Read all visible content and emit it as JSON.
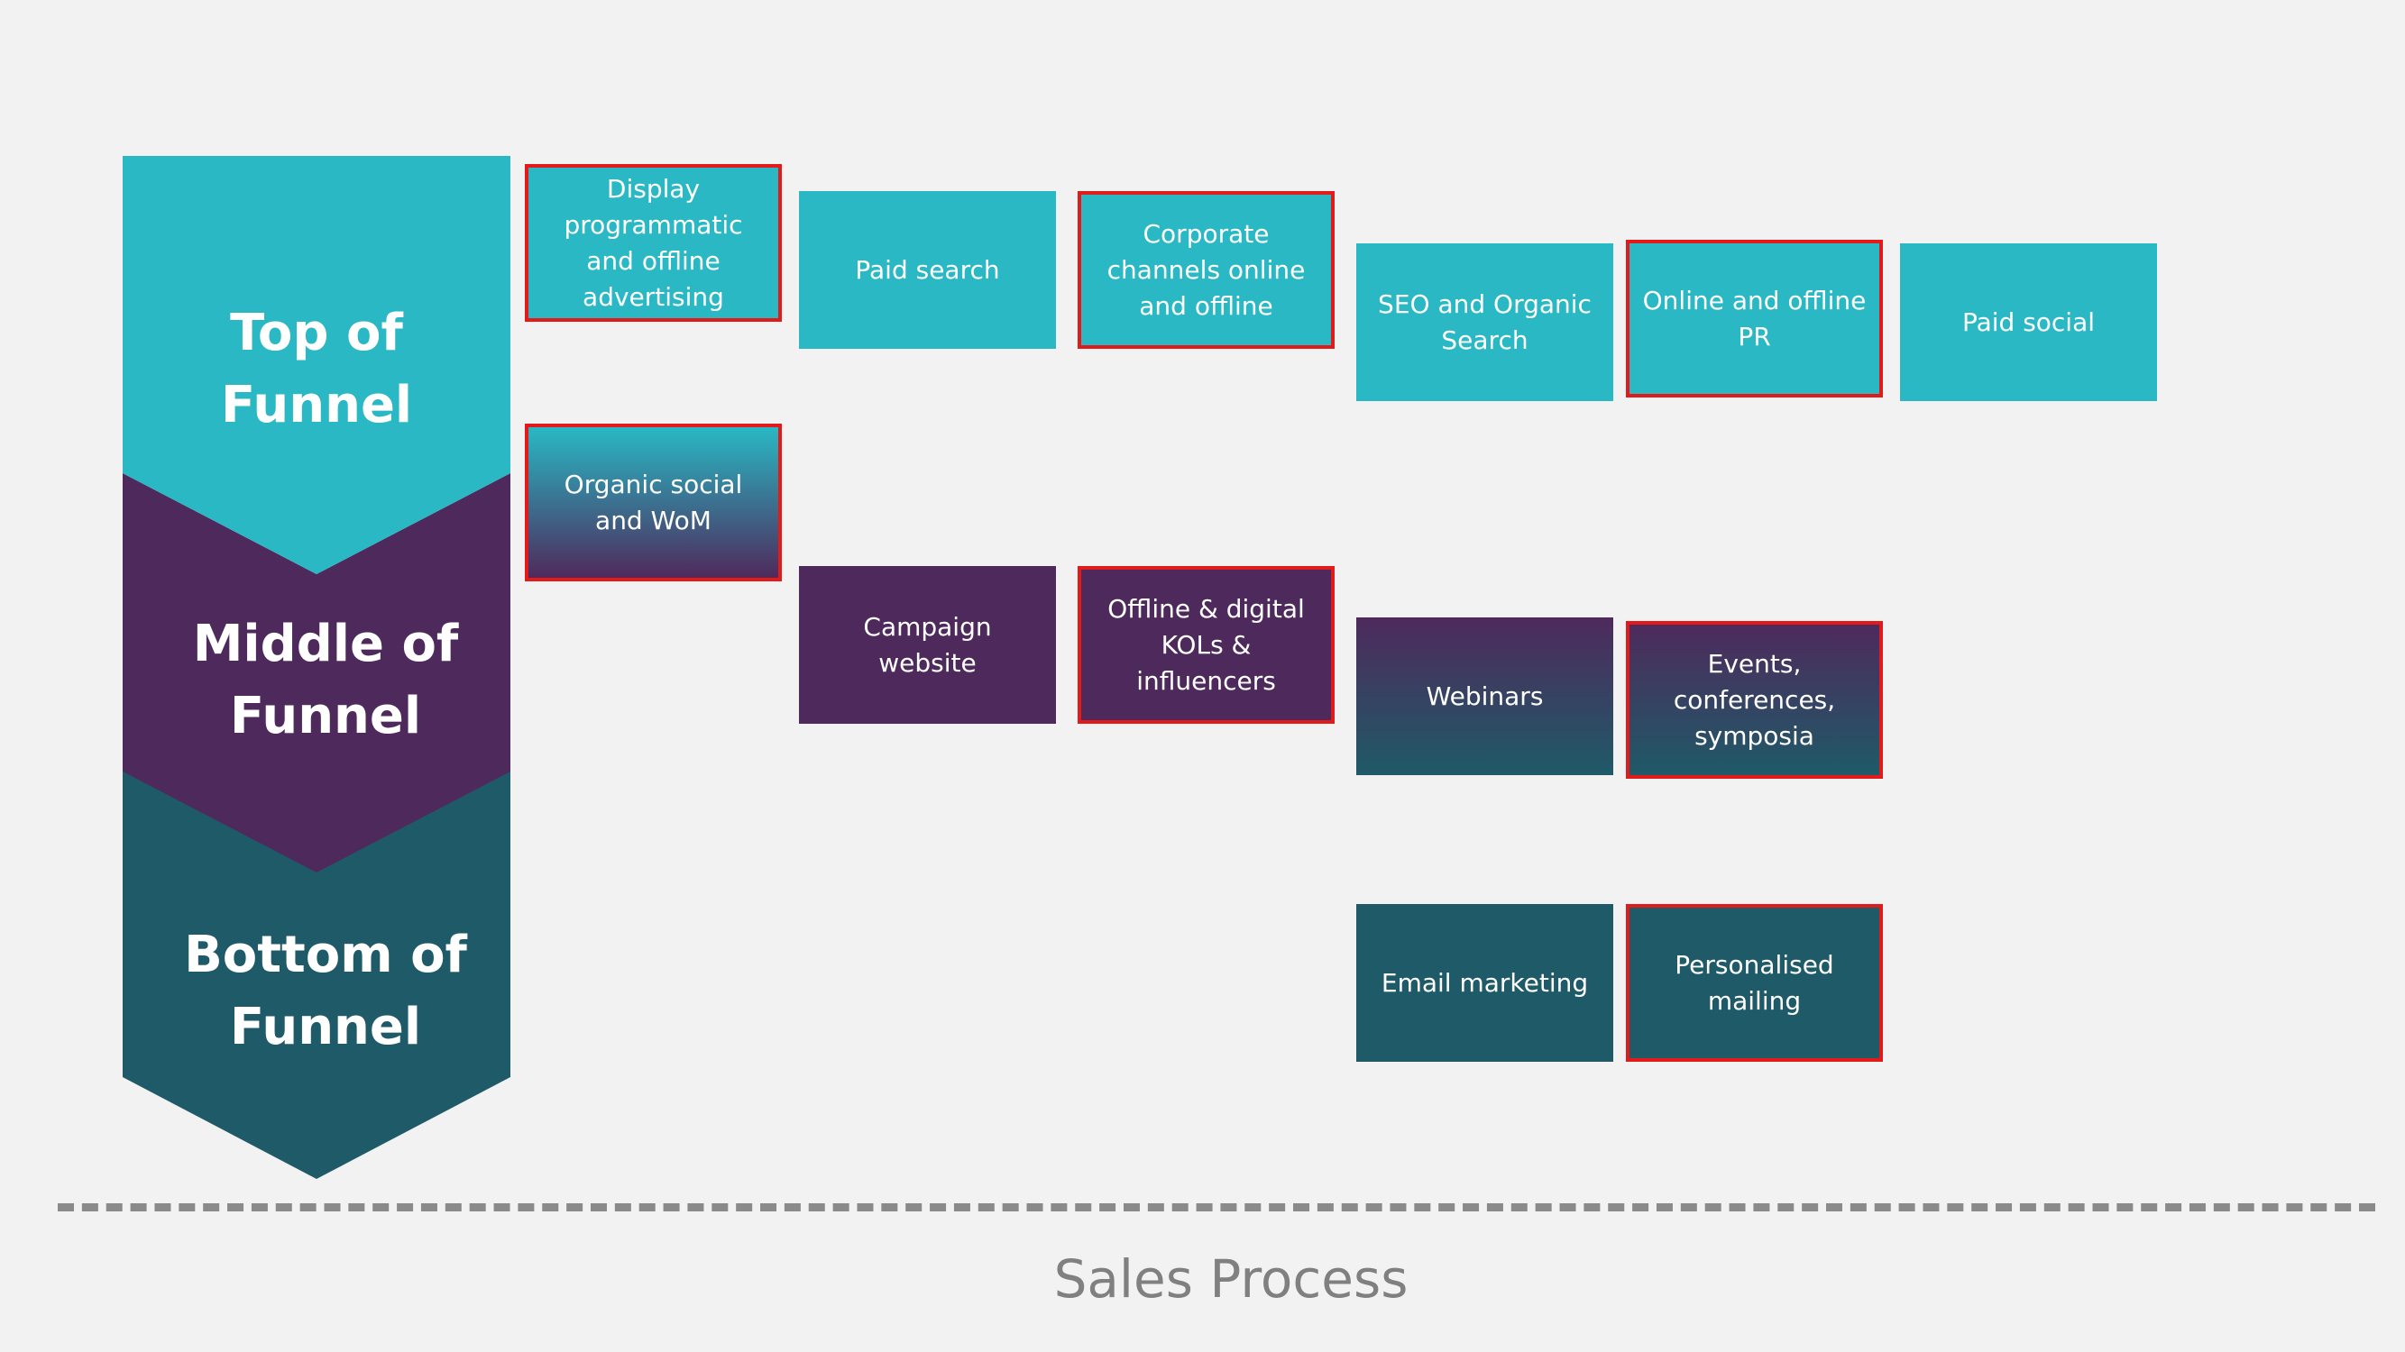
{
  "colors": {
    "background": "#f2f2f2",
    "top_funnel": "#29b8c4",
    "middle_funnel": "#4e2a5c",
    "bottom_funnel": "#1f5a68",
    "highlight_border": "#e31a1a",
    "axis": "#8a8a8a"
  },
  "funnel": {
    "top": "Top of\nFunnel",
    "middle": "Middle of\nFunnel",
    "bottom": "Bottom of\nFunnel"
  },
  "tiles": [
    {
      "id": "display-programmatic",
      "label": "Display programmatic and offline advertising",
      "stage": "top",
      "highlighted": true
    },
    {
      "id": "paid-search",
      "label": "Paid search",
      "stage": "top",
      "highlighted": false
    },
    {
      "id": "corporate-channels",
      "label": "Corporate channels online and offline",
      "stage": "top",
      "highlighted": true
    },
    {
      "id": "seo-organic",
      "label": "SEO and Organic Search",
      "stage": "top",
      "highlighted": false
    },
    {
      "id": "online-offline-pr",
      "label": "Online and offline PR",
      "stage": "top",
      "highlighted": true
    },
    {
      "id": "paid-social",
      "label": "Paid social",
      "stage": "top",
      "highlighted": false
    },
    {
      "id": "organic-social",
      "label": "Organic social and WoM",
      "stage": "top-to-middle",
      "highlighted": true
    },
    {
      "id": "campaign-website",
      "label": "Campaign website",
      "stage": "middle",
      "highlighted": false
    },
    {
      "id": "kols-influencers",
      "label": "Offline & digital KOLs & influencers",
      "stage": "middle",
      "highlighted": true
    },
    {
      "id": "webinars",
      "label": "Webinars",
      "stage": "middle-to-bottom",
      "highlighted": false
    },
    {
      "id": "events-conferences",
      "label": "Events, conferences, symposia",
      "stage": "middle-to-bottom",
      "highlighted": true
    },
    {
      "id": "email-marketing",
      "label": "Email marketing",
      "stage": "bottom",
      "highlighted": false
    },
    {
      "id": "personalised-mailing",
      "label": "Personalised mailing",
      "stage": "bottom",
      "highlighted": true
    }
  ],
  "axis_label": "Sales Process"
}
